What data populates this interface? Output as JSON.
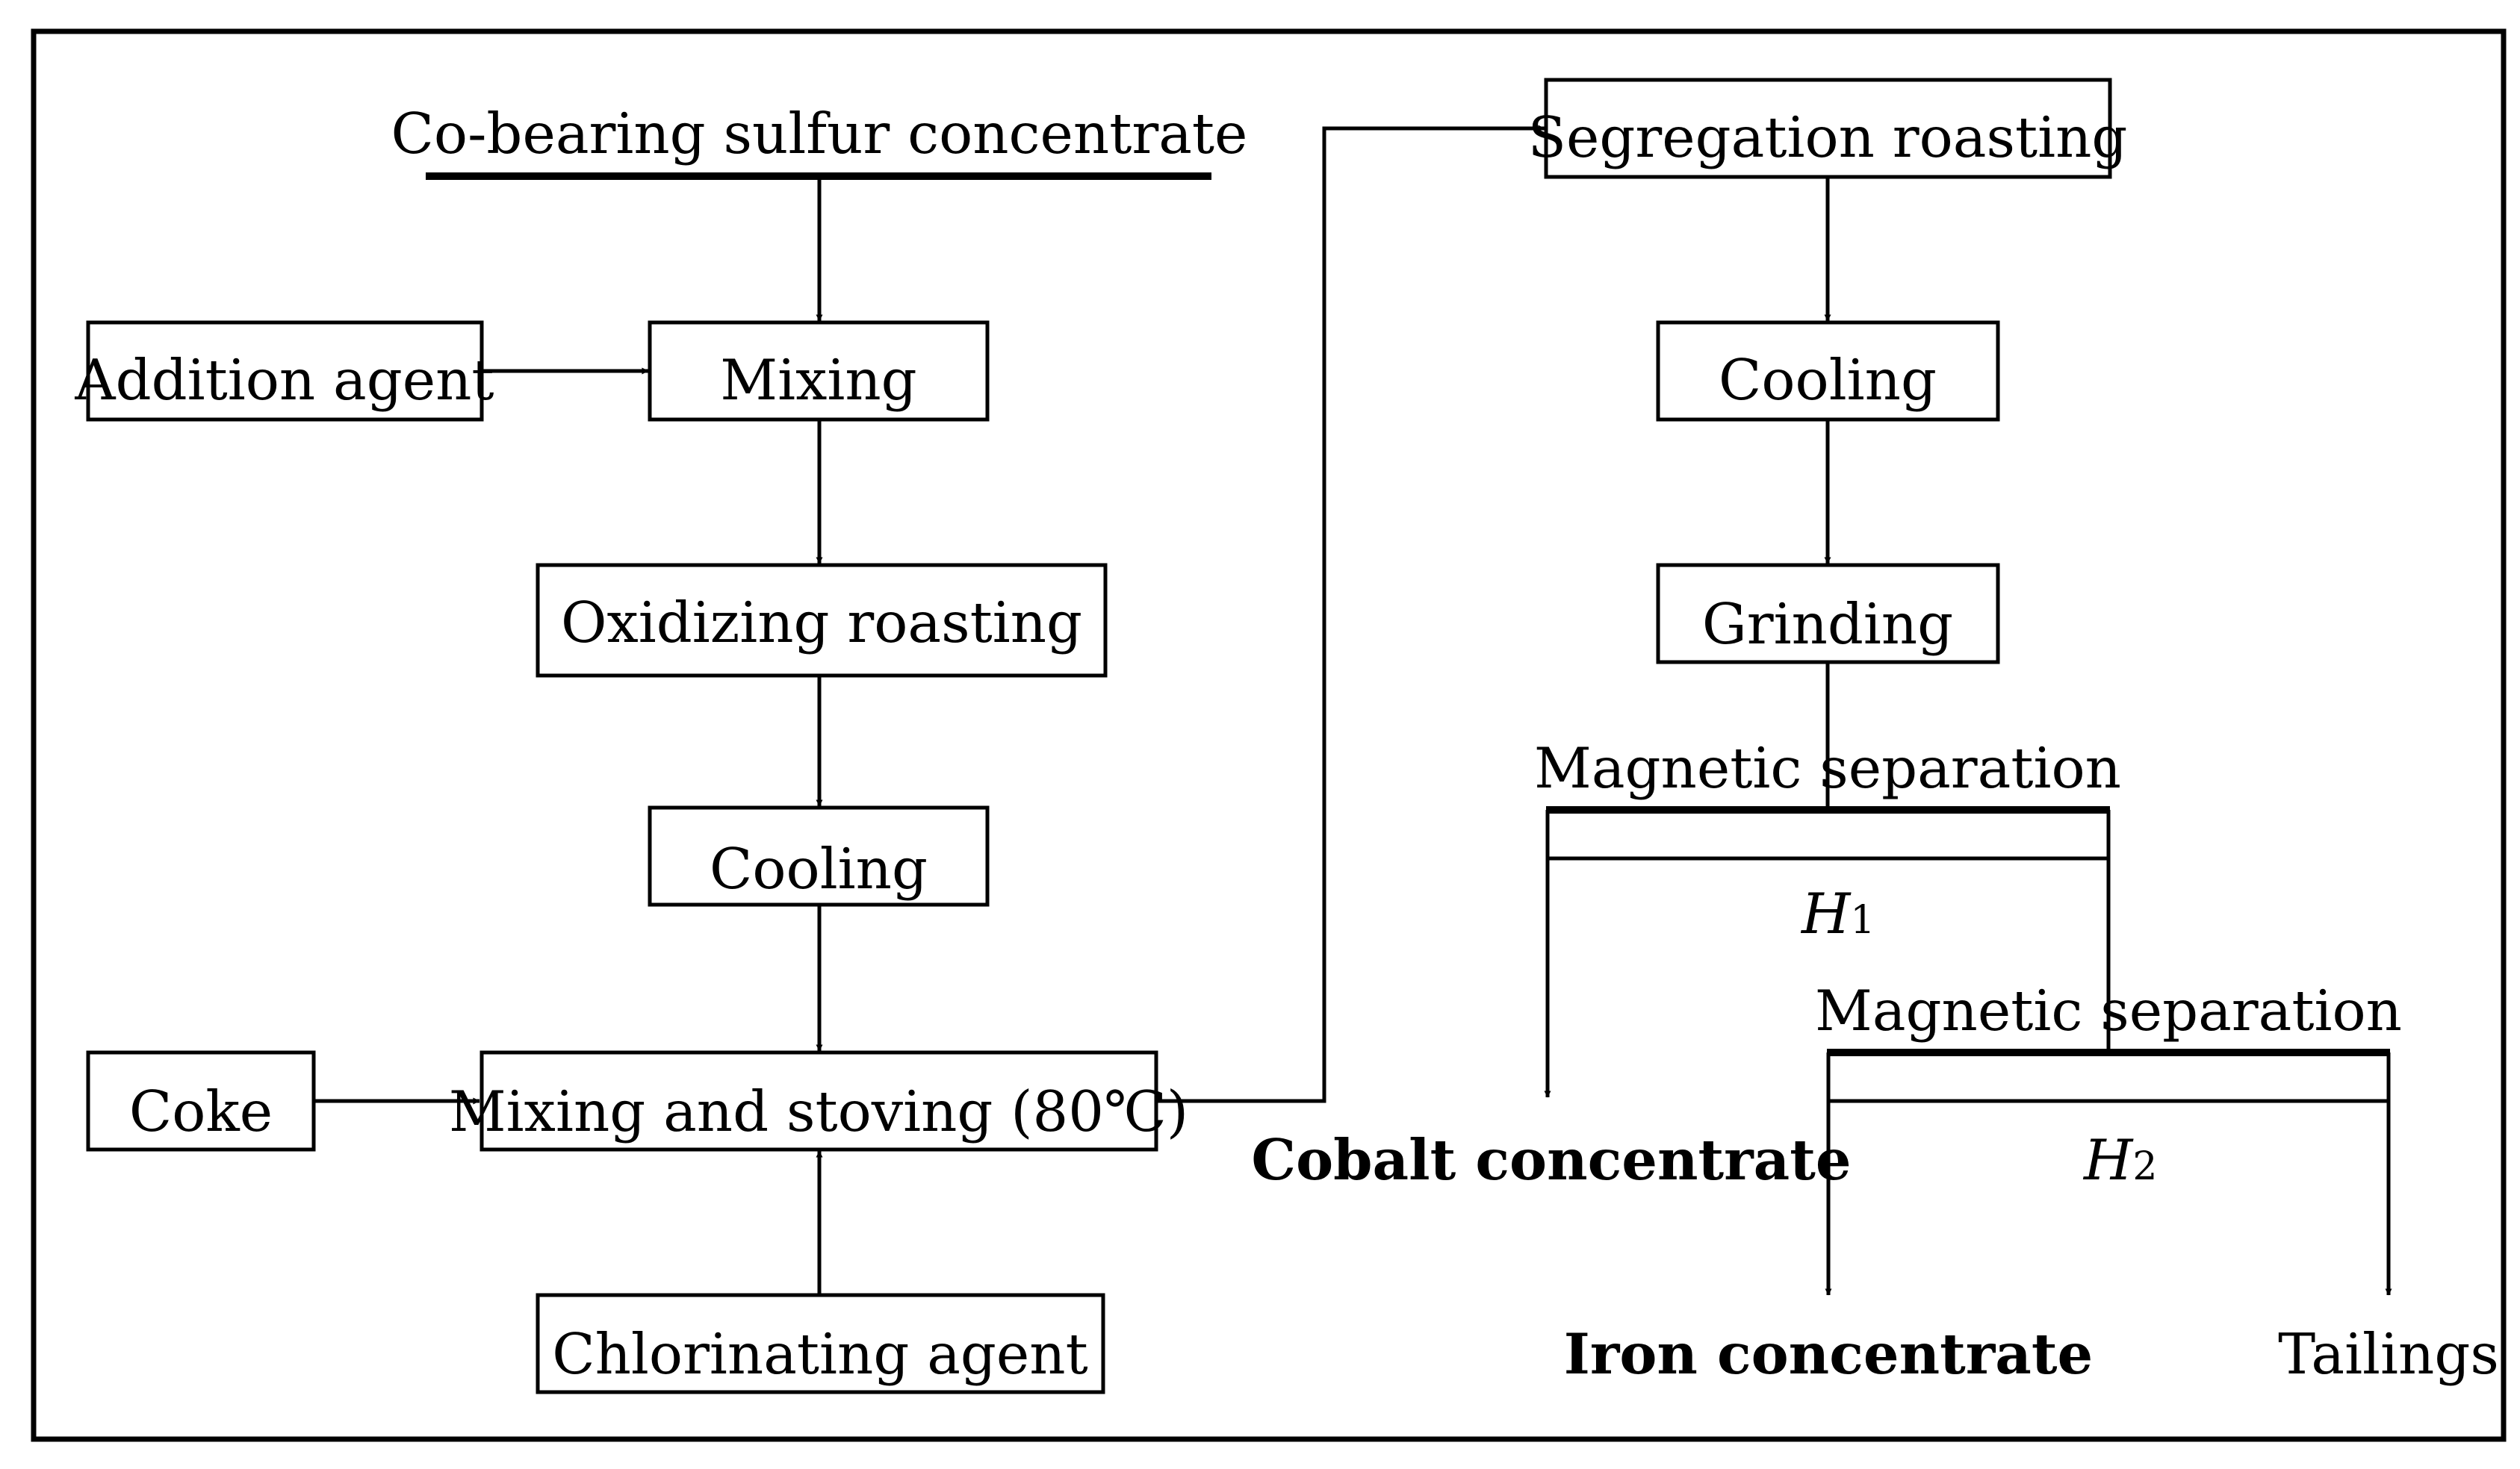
{
  "diagram": {
    "source": {
      "label": "Co-bearing sulfur concentrate"
    },
    "addition_agent": {
      "label": "Addition agent"
    },
    "mixing": {
      "label": "Mixing"
    },
    "oxidizing_roasting": {
      "label": "Oxidizing roasting"
    },
    "cooling_1": {
      "label": "Cooling"
    },
    "coke": {
      "label": "Coke"
    },
    "mixing_stoving": {
      "label": "Mixing and stoving (80℃)"
    },
    "chlorinating_agent": {
      "label": "Chlorinating agent"
    },
    "segregation_roasting": {
      "label": "Segregation roasting"
    },
    "cooling_2": {
      "label": "Cooling"
    },
    "grinding": {
      "label": "Grinding"
    },
    "magnetic_sep_1": {
      "label": "Magnetic separation",
      "field_label": "H",
      "field_sub": "1"
    },
    "cobalt_concentrate": {
      "label": "Cobalt concentrate"
    },
    "magnetic_sep_2": {
      "label": "Magnetic separation",
      "field_label": "H",
      "field_sub": "2"
    },
    "iron_concentrate": {
      "label": "Iron concentrate"
    },
    "tailings": {
      "label": "Tailings"
    }
  }
}
